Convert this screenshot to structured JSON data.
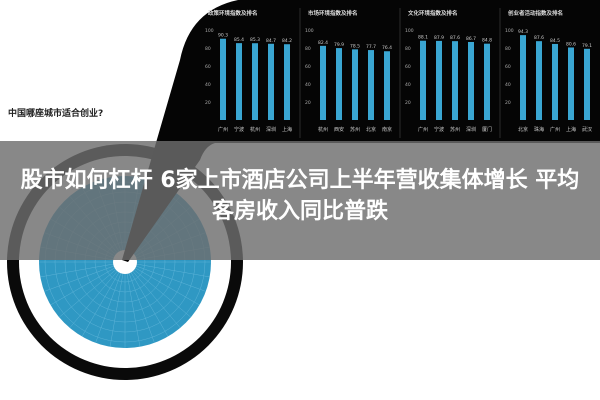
{
  "infographic_title": "中国哪座城市适合创业?",
  "headline": "股市如何杠杆 6家上市酒店公司上半年营收集体增长 平均客房收入同比普跌",
  "colors": {
    "bar": "#3aa6d2",
    "panel": "#050505",
    "disk": "#2f98c3",
    "band": "#6e6e6e"
  },
  "chart_data": [
    {
      "type": "bar",
      "title": "政策环境指数及排名",
      "categories": [
        "广州",
        "宁波",
        "杭州",
        "深圳",
        "上海"
      ],
      "values": [
        90.3,
        85.4,
        85.3,
        84.7,
        84.2
      ],
      "ylim": [
        0,
        100
      ],
      "yticks": [
        20,
        40,
        60,
        80,
        100
      ]
    },
    {
      "type": "bar",
      "title": "市场环境指数及排名",
      "categories": [
        "杭州",
        "西安",
        "苏州",
        "北京",
        "南京"
      ],
      "values": [
        82.4,
        79.9,
        78.5,
        77.7,
        76.4
      ],
      "ylim": [
        0,
        100
      ],
      "yticks": [
        20,
        40,
        60,
        80,
        100
      ]
    },
    {
      "type": "bar",
      "title": "文化环境指数及排名",
      "categories": [
        "广州",
        "宁波",
        "苏州",
        "深圳",
        "厦门"
      ],
      "values": [
        88.1,
        87.9,
        87.6,
        86.7,
        84.8
      ],
      "ylim": [
        0,
        100
      ],
      "yticks": [
        20,
        40,
        60,
        80,
        100
      ]
    },
    {
      "type": "bar",
      "title": "创业者活动指数及排名",
      "categories": [
        "北京",
        "珠海",
        "广州",
        "上海",
        "武汉"
      ],
      "values": [
        94.3,
        87.6,
        84.5,
        80.6,
        79.1
      ],
      "ylim": [
        0,
        100
      ],
      "yticks": [
        20,
        40,
        60,
        80,
        100
      ]
    }
  ]
}
